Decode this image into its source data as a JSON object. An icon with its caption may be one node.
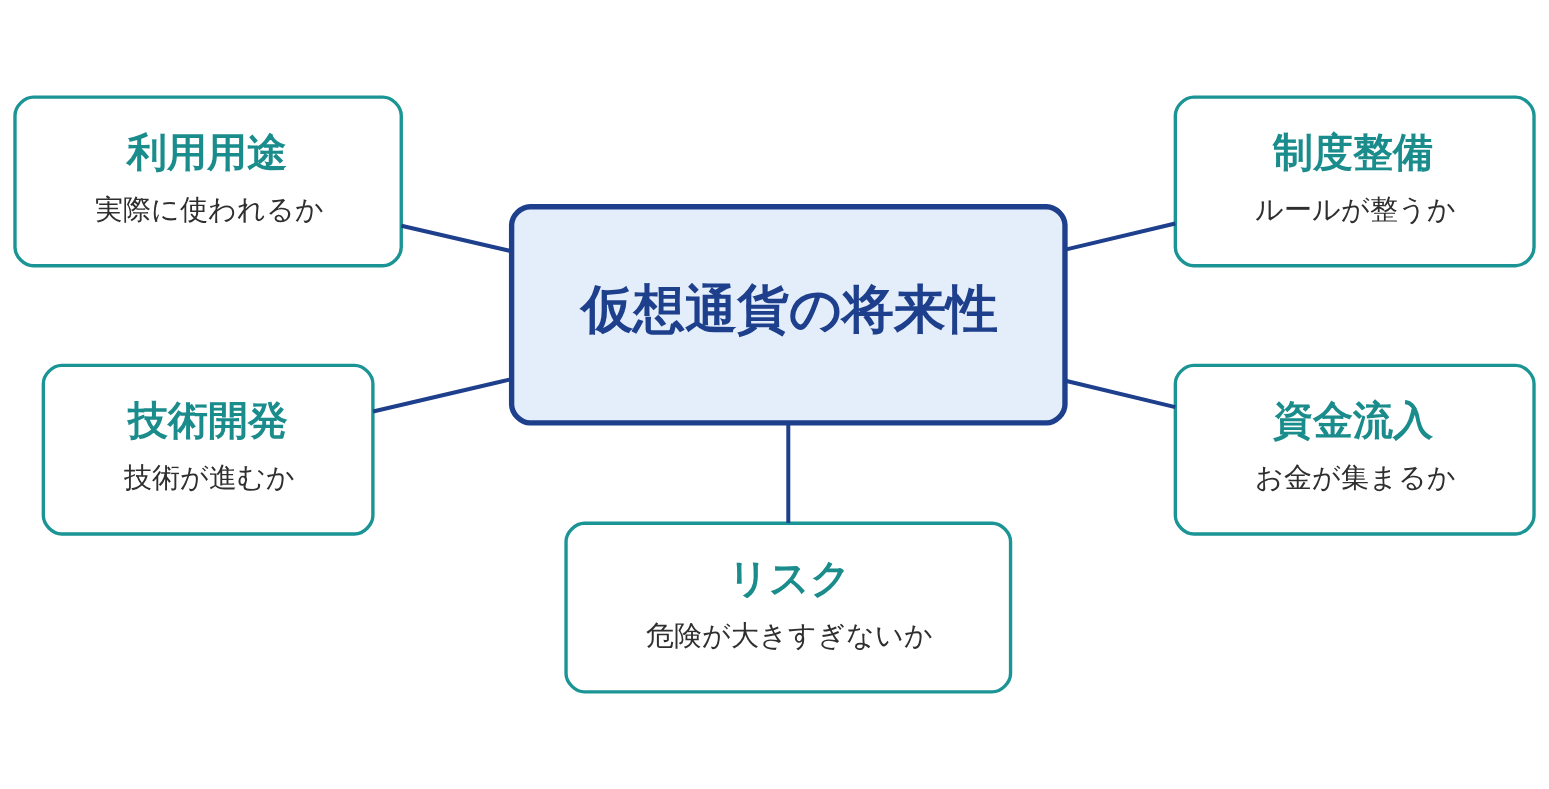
{
  "diagram": {
    "nodes": [
      {
        "text": [
          "利用用途",
          "実際に使われるか"
        ]
      },
      {
        "text": [
          "制度整備",
          "ルールが整うか"
        ]
      },
      {
        "text": [
          "仮想通貨の将来性"
        ]
      },
      {
        "text": [
          "技術開発",
          "技術が進むか"
        ]
      },
      {
        "text": [
          "資金流入",
          "お金が集まるか"
        ]
      },
      {
        "text": [
          "リスク",
          "危険が大きすぎないか"
        ]
      }
    ],
    "edges": [
      {
        "from": 0,
        "to": 2,
        "arrow": "none"
      },
      {
        "from": 2,
        "to": 1,
        "arrow": "none"
      },
      {
        "from": 3,
        "to": 2,
        "arrow": "none"
      },
      {
        "from": 2,
        "to": 4,
        "arrow": "none"
      },
      {
        "from": 2,
        "to": 5,
        "arrow": "none"
      }
    ]
  }
}
